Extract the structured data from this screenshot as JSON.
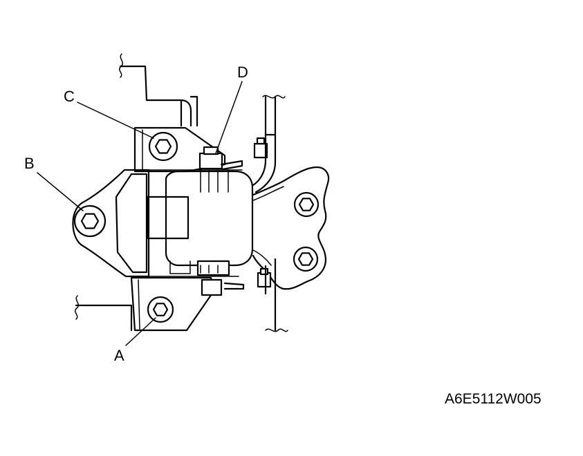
{
  "callouts": {
    "a": "A",
    "b": "B",
    "c": "C",
    "d": "D"
  },
  "figure_code": "A6E5112W005",
  "colors": {
    "line": "#000000",
    "background": "#ffffff"
  }
}
